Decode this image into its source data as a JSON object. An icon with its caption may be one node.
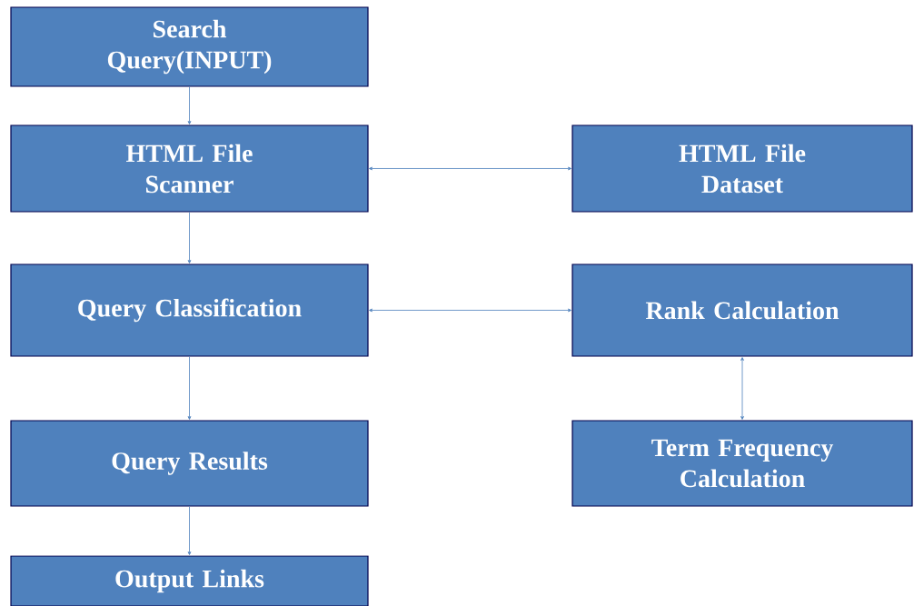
{
  "diagram": {
    "nodes": [
      {
        "text": [
          "Search Query(INPUT)"
        ]
      },
      {
        "text": [
          "HTML File Scanner"
        ]
      },
      {
        "text": [
          "HTML File Dataset"
        ]
      },
      {
        "text": [
          "Query Classification"
        ]
      },
      {
        "text": [
          "Rank Calculation"
        ]
      },
      {
        "text": [
          "Query Results"
        ]
      },
      {
        "text": [
          "Term Frequency Calculation"
        ]
      },
      {
        "text": [
          "Output Links"
        ]
      }
    ],
    "edges": [
      {
        "from": 0,
        "to": 1,
        "arrow": "to"
      },
      {
        "from": 1,
        "to": 2,
        "arrow": "both"
      },
      {
        "from": 1,
        "to": 3,
        "arrow": "to"
      },
      {
        "from": 3,
        "to": 4,
        "arrow": "both"
      },
      {
        "from": 3,
        "to": 5,
        "arrow": "to"
      },
      {
        "from": 4,
        "to": 6,
        "arrow": "both"
      },
      {
        "from": 5,
        "to": 7,
        "arrow": "to"
      }
    ]
  }
}
